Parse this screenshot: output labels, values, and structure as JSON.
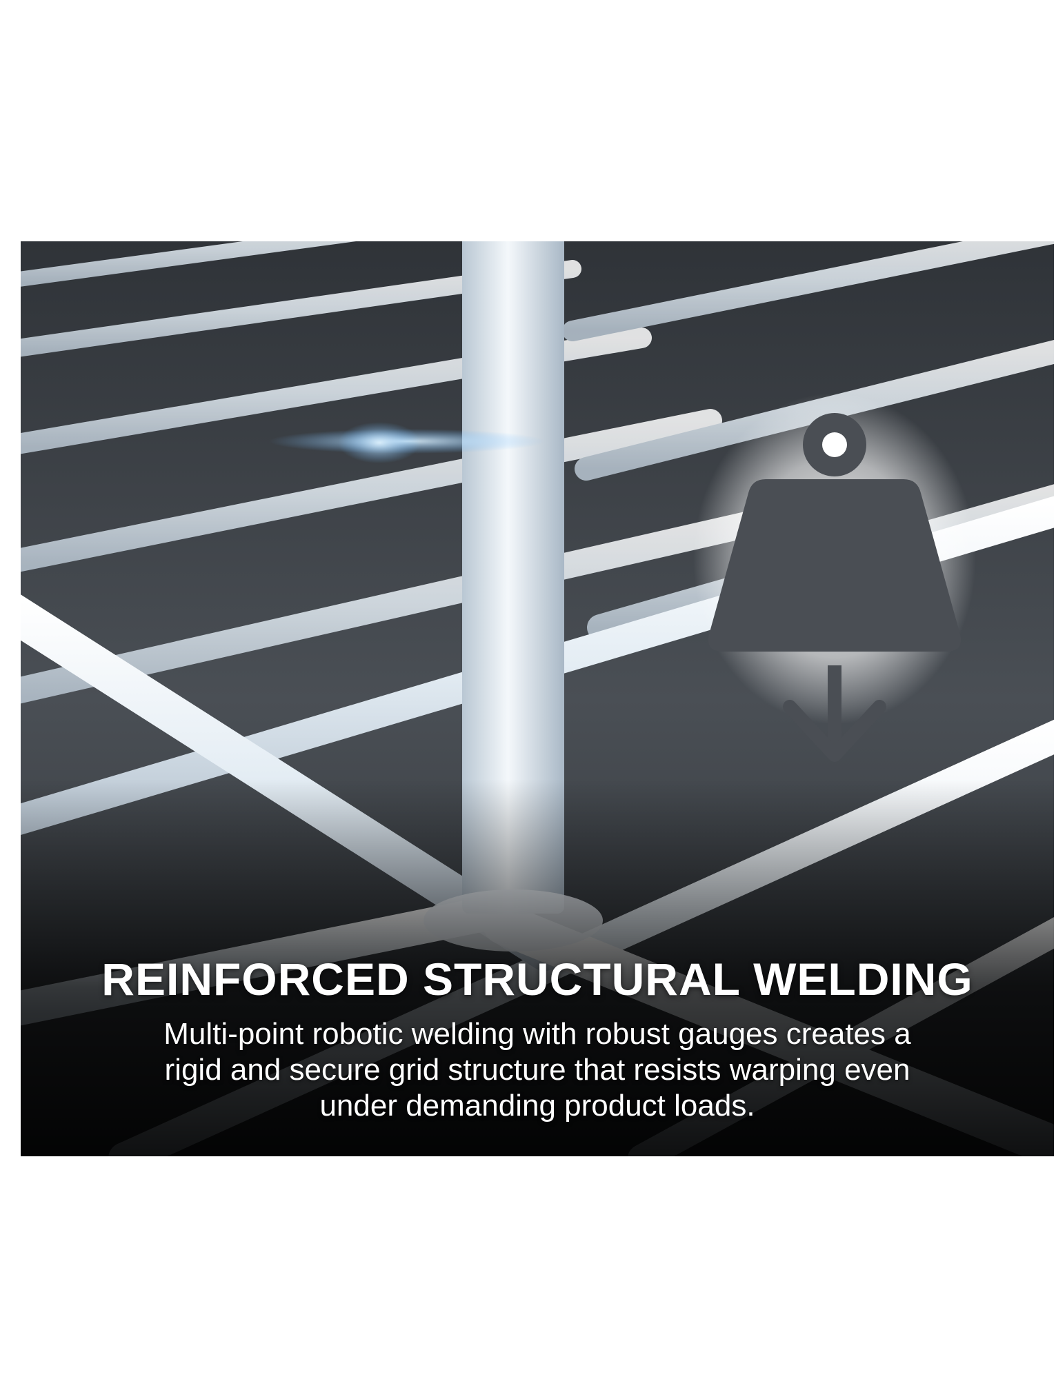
{
  "headline": "REINFORCED STRUCTURAL WELDING",
  "description_lines": [
    "Multi-point robotic welding with robust gauges creates a",
    "rigid and secure grid structure that resists warping even",
    "under demanding product loads."
  ],
  "icons": {
    "weight": "weight-icon",
    "arrow": "arrow-down-icon"
  },
  "colors": {
    "background": "#3a3f44",
    "wire": "#dfe8f0",
    "icon_fill": "#4a4e54",
    "text": "#ffffff"
  }
}
